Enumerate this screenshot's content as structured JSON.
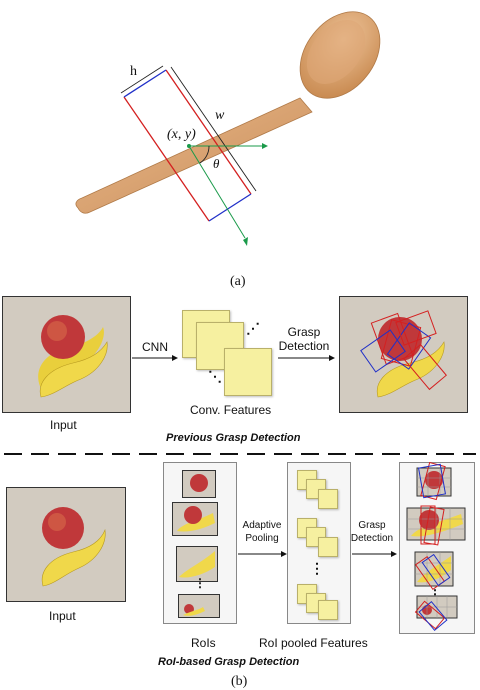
{
  "part_a": {
    "label_h": "h",
    "label_w": "w",
    "label_xy": "(x, y)",
    "label_theta": "θ",
    "caption": "(a)"
  },
  "part_b": {
    "top": {
      "input_label": "Input",
      "arrow1_label": "CNN",
      "features_label": "Conv. Features",
      "arrow2_label_1": "Grasp",
      "arrow2_label_2": "Detection",
      "title": "Previous Grasp Detection"
    },
    "bottom": {
      "input_label": "Input",
      "rois_label": "RoIs",
      "adaptive_label_1": "Adaptive",
      "adaptive_label_2": "Pooling",
      "pooled_label": "RoI pooled Features",
      "grasp_label_1": "Grasp",
      "grasp_label_2": "Detection",
      "title": "RoI-based Grasp Detection"
    },
    "caption": "(b)"
  },
  "colors": {
    "grasp_red": "#d42020",
    "grasp_blue": "#2030c8",
    "axis_green": "#1a9a4a",
    "feature_yellow": "#f6f0a0"
  }
}
